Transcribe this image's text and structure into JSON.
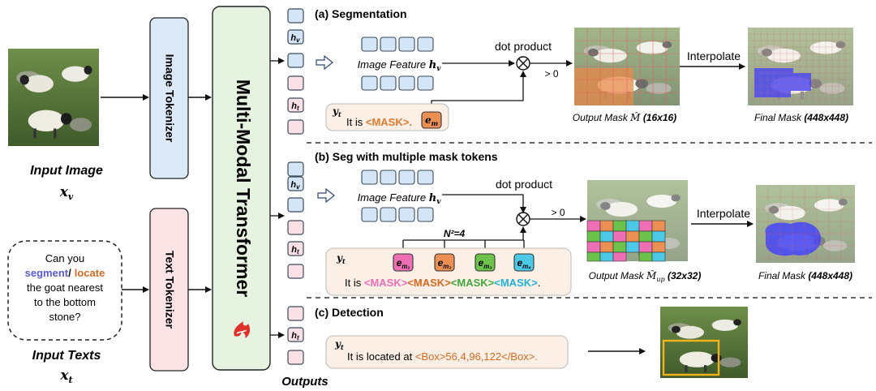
{
  "input_image": {
    "label": "Input Image",
    "var": "x",
    "sub": "v"
  },
  "input_texts": {
    "label": "Input Texts",
    "var": "x",
    "sub": "t"
  },
  "prompt": {
    "line1": "Can you",
    "segment_word": "segment",
    "slash": "/",
    "locate_word": "locate",
    "line3": "the goat nearest",
    "line4": "to the bottom",
    "line5": "stone?"
  },
  "tokenizers": {
    "image": "Image Tokenizer",
    "text": "Text Tokenizer"
  },
  "transformer": {
    "label": "Multi-Modal Transformer"
  },
  "outputs_label": "Outputs",
  "tokens": {
    "hv": "h",
    "hv_sub": "v",
    "ht": "h",
    "ht_sub": "t"
  },
  "sections": {
    "seg": {
      "title": "(a) Segmentation",
      "feature": "Image Feature",
      "feature_var": "h",
      "feature_sub": "v",
      "dot_product": "dot product",
      "threshold": "> 0",
      "y_var": "y",
      "y_sub": "t",
      "text_prefix": "It is",
      "mask_token": "<MASK>.",
      "e_var": "e",
      "e_sub": "m",
      "output_label": "Output Mask",
      "output_sym": "M̂",
      "output_size": "(16x16)",
      "interpolate": "Interpolate",
      "final_label": "Final Mask",
      "final_size": "(448x448)"
    },
    "multi": {
      "title": "(b) Seg with multiple mask tokens",
      "feature": "Image Feature",
      "feature_var": "h",
      "feature_sub": "v",
      "dot_product": "dot product",
      "threshold": "> 0",
      "n2": "N²=4",
      "y_var": "y",
      "y_sub": "t",
      "text_prefix": "It is",
      "mask1": "<MASK>",
      "mask2": "<MASK>",
      "mask3": "<MASK>",
      "mask4": "<MASK>",
      "period": ".",
      "e_var": "e",
      "e_subs": [
        "m₁",
        "m₂",
        "m₃",
        "m₄"
      ],
      "output_label": "Output Mask",
      "output_sym": "M̂",
      "output_sub": "up",
      "output_size": "(32x32)",
      "interpolate": "Interpolate",
      "final_label": "Final Mask",
      "final_size": "(448x448)"
    },
    "det": {
      "title": "(c) Detection",
      "y_var": "y",
      "y_sub": "t",
      "text_prefix": "It is located at",
      "box_text": "<Box>56,4,96,122</Box>."
    }
  },
  "colors": {
    "image_tokenizer": "#dbe9f8",
    "text_tokenizer": "#fbe3e6",
    "transformer": "#e7f3e1",
    "token_blue": "#d3e5f7",
    "token_pink": "#fbe1e5",
    "token_outline": "#3a4a5a",
    "caption_box": "#fbefe6",
    "mask_orange": "#e07a2e",
    "segment_purple": "#5a5ad8",
    "locate_orange": "#d86a1f",
    "mask_pink": "#ee6fb6",
    "mask_green": "#3ea83a",
    "mask_cyan": "#1fb4d8",
    "final_blue": "#4a4af2",
    "box_yellow": "#f2b21a"
  }
}
